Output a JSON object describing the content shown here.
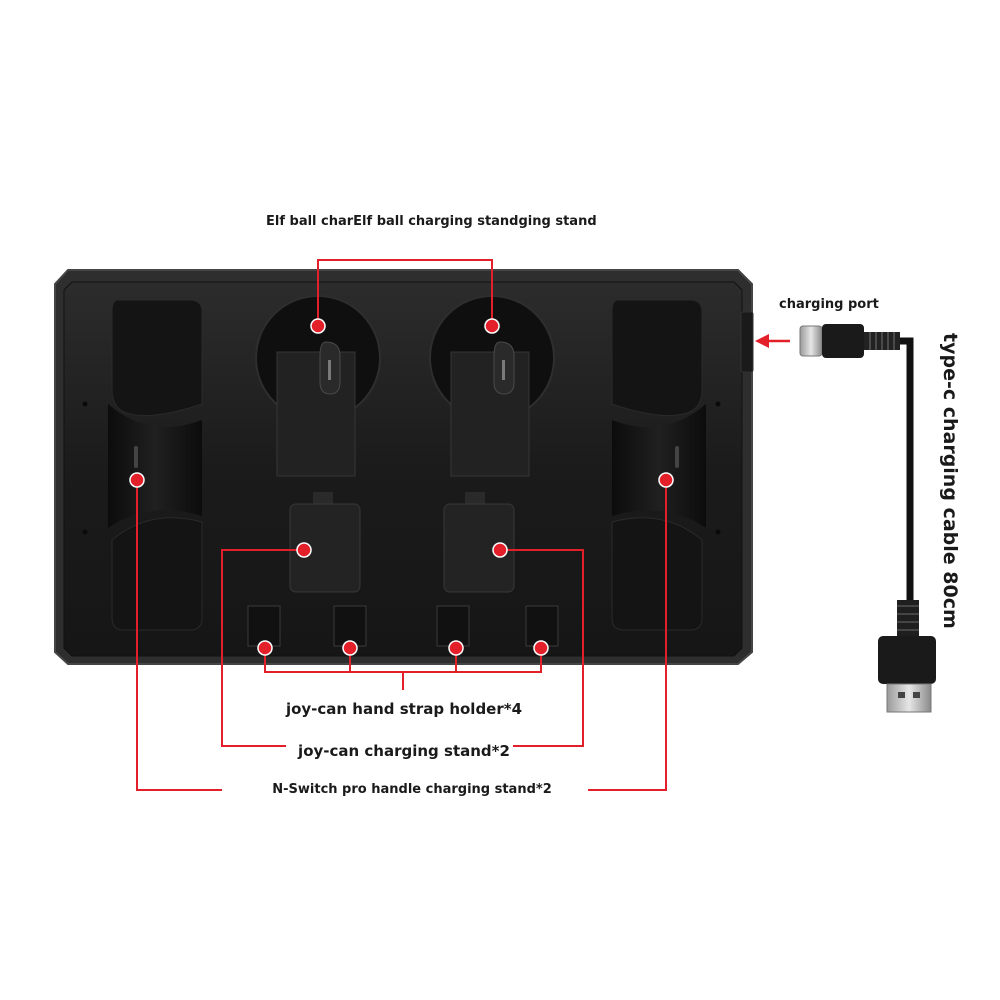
{
  "labels": {
    "elf_ball_stand": "Elf ball charElf ball charging standging stand",
    "charging_port": "charging port",
    "cable": "type-c charging cable 80cm",
    "strap_holder": "joy-can hand strap holder*4",
    "joycon_stand": "joy-can charging stand*2",
    "pro_stand": "N-Switch pro handle charging stand*2"
  },
  "colors": {
    "accent": "#e3202a",
    "body": "#1c1c1c",
    "body_edge": "#3a3a3a",
    "slot": "#121212",
    "text": "#1a1a1a"
  }
}
